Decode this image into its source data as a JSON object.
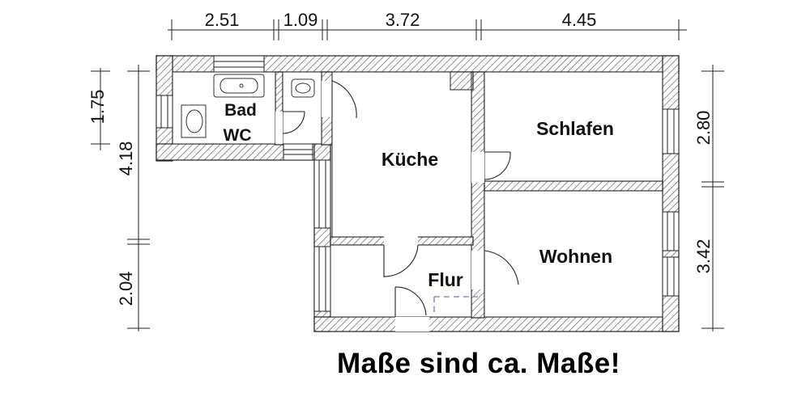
{
  "dimensions": {
    "top": [
      "2.51",
      "1.09",
      "3.72",
      "4.45"
    ],
    "left": [
      "1.75",
      "4.18",
      "2.04"
    ],
    "right": [
      "2.80",
      "3.42"
    ]
  },
  "rooms": {
    "bad": "Bad",
    "wc": "WC",
    "kueche": "Küche",
    "schlafen": "Schlafen",
    "wohnen": "Wohnen",
    "flur": "Flur"
  },
  "note": "Maße sind ca. Maße!",
  "colors": {
    "wall_hatch": "#555555",
    "dashed_line": "#7a7aa8"
  }
}
